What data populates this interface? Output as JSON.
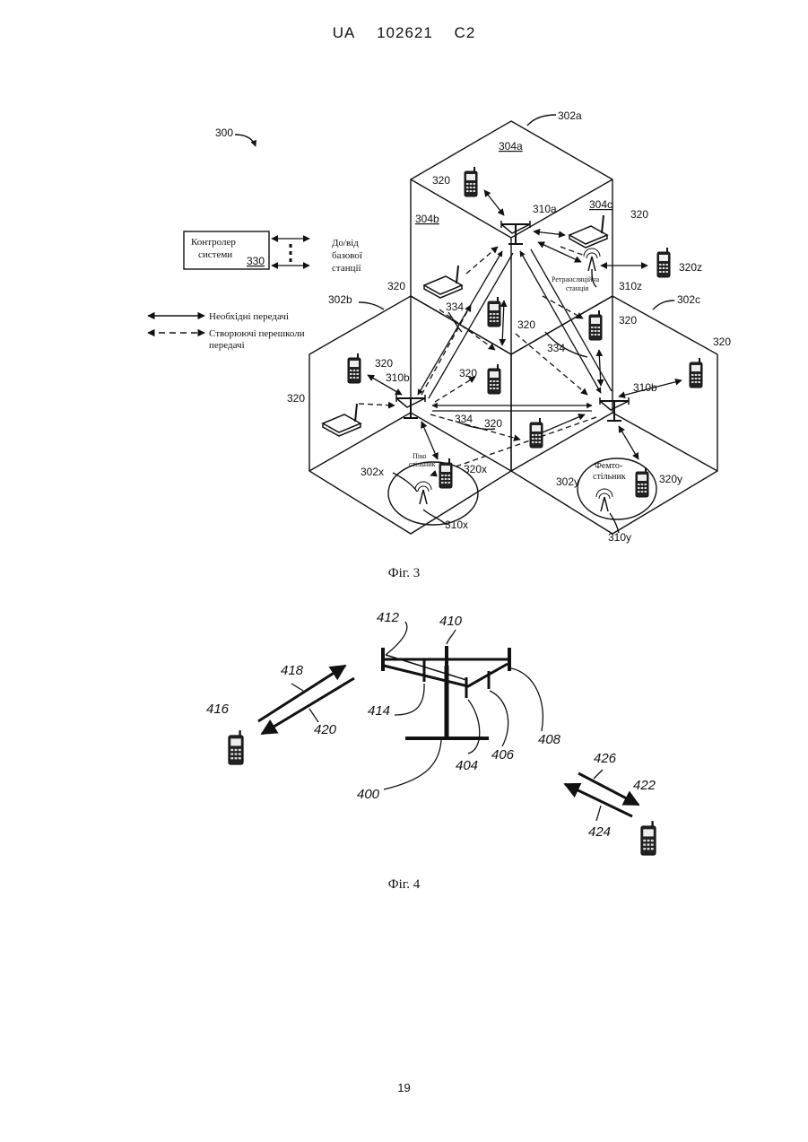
{
  "header": {
    "country": "UA",
    "number": "102621",
    "kind": "C2"
  },
  "fig3": {
    "caption": "Фіг. 3",
    "ref_system": "300",
    "cell_a": "302a",
    "cell_b": "302b",
    "cell_c": "302c",
    "sector_a": "304a",
    "sector_b": "304b",
    "sector_c": "304c",
    "bs_a": "310a",
    "bs_b_left": "310b",
    "bs_b_right": "310b",
    "ue": "320",
    "ue_x": "320x",
    "ue_y": "320y",
    "ue_z": "320z",
    "relay_ref": "310z",
    "relay_label_1": "Ретрансляційна",
    "relay_label_2": "станція",
    "pico_cell": "302x",
    "pico_bs": "310x",
    "pico_label_1": "Піко",
    "pico_label_2": "стільник",
    "femto_cell": "302y",
    "femto_bs": "310y",
    "femto_label_1": "Фемто-",
    "femto_label_2": "стільник",
    "backhaul": "334",
    "controller_line1": "Контролер",
    "controller_line2": "системи",
    "controller_ref": "330",
    "to_bs_1": "До/від",
    "to_bs_2": "базової",
    "to_bs_3": "станції",
    "legend_solid": "Необхідні передачі",
    "legend_dashed_1": "Створюючі перешколи",
    "legend_dashed_2": "передачі"
  },
  "fig4": {
    "caption": "Фіг. 4",
    "r400": "400",
    "r404": "404",
    "r406": "406",
    "r408": "408",
    "r410": "410",
    "r412": "412",
    "r414": "414",
    "r416": "416",
    "r418": "418",
    "r420": "420",
    "r422": "422",
    "r424": "424",
    "r426": "426"
  },
  "page_number": "19"
}
